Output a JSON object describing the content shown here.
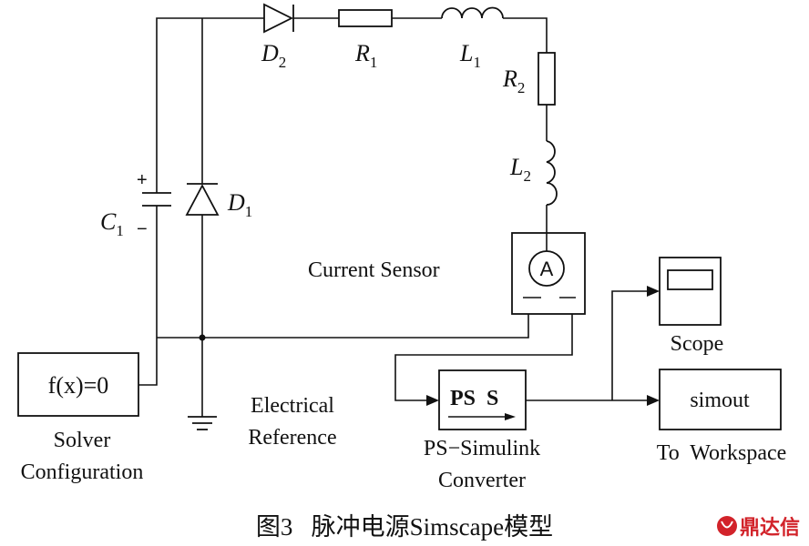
{
  "components": {
    "d2": {
      "name": "D",
      "sub": "2"
    },
    "r1": {
      "name": "R",
      "sub": "1"
    },
    "l1": {
      "name": "L",
      "sub": "1"
    },
    "r2": {
      "name": "R",
      "sub": "2"
    },
    "l2": {
      "name": "L",
      "sub": "2"
    },
    "c1": {
      "name": "C",
      "sub": "1",
      "plus": "+",
      "minus": "−"
    },
    "d1": {
      "name": "D",
      "sub": "1"
    }
  },
  "blocks": {
    "current_sensor": {
      "label": "Current Sensor",
      "symbol": "A"
    },
    "solver": {
      "text": "f(x)=0",
      "label_line1": "Solver",
      "label_line2": "Configuration"
    },
    "electrical_reference": {
      "label_line1": "Electrical",
      "label_line2": "Reference"
    },
    "ps_converter": {
      "text": "PS  S",
      "label_line1": "PS−Simulink",
      "label_line2": "Converter"
    },
    "scope": {
      "label": "Scope"
    },
    "to_workspace": {
      "text": "simout",
      "label": "To  Workspace"
    }
  },
  "caption": "图3   脉冲电源Simscape模型",
  "watermark": "鼎达信"
}
